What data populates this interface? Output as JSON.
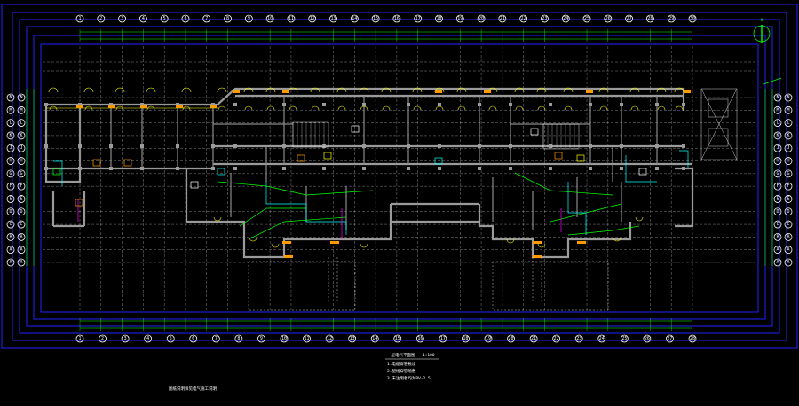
{
  "drawing": {
    "title": "一层电气平面图",
    "scale": "1:100",
    "notes": [
      "1.电缆穿管敷设",
      "2.配线穿管暗敷",
      "3.未注明者均为BV-2.5"
    ],
    "footer_note": "图纸说明详见电气施工说明"
  },
  "axes": {
    "top": [
      "1",
      "2",
      "3",
      "4",
      "5",
      "6",
      "7",
      "8",
      "9",
      "10",
      "11",
      "12",
      "13",
      "14",
      "15",
      "16",
      "17",
      "18",
      "19",
      "20",
      "21",
      "22",
      "23",
      "24",
      "25",
      "26",
      "27",
      "28",
      "29",
      "30"
    ],
    "bottom": [
      "1",
      "2",
      "3",
      "4",
      "5",
      "6",
      "7",
      "8",
      "9",
      "10",
      "11",
      "12",
      "13",
      "14",
      "15",
      "16",
      "17",
      "18",
      "19",
      "20",
      "21",
      "22",
      "23",
      "24",
      "25",
      "26",
      "27",
      "28"
    ],
    "left": [
      "N",
      "M",
      "L",
      "K",
      "J",
      "H",
      "G",
      "F",
      "E",
      "D",
      "C",
      "B",
      "A",
      "A"
    ],
    "right": [
      "N",
      "M",
      "L",
      "K",
      "J",
      "H",
      "G",
      "F",
      "E",
      "D",
      "C",
      "B",
      "A",
      "A"
    ]
  },
  "north_arrow": "N",
  "colors": {
    "background": "#000000",
    "border": "#2222ff",
    "dimension": "#00ff00",
    "wall": "#9a9a9a",
    "grid": "#ffffff",
    "accent_yellow": "#ffff00",
    "accent_cyan": "#00ffff",
    "accent_magenta": "#ff00ff",
    "accent_orange": "#ff9900",
    "accent_red": "#ff3333"
  }
}
